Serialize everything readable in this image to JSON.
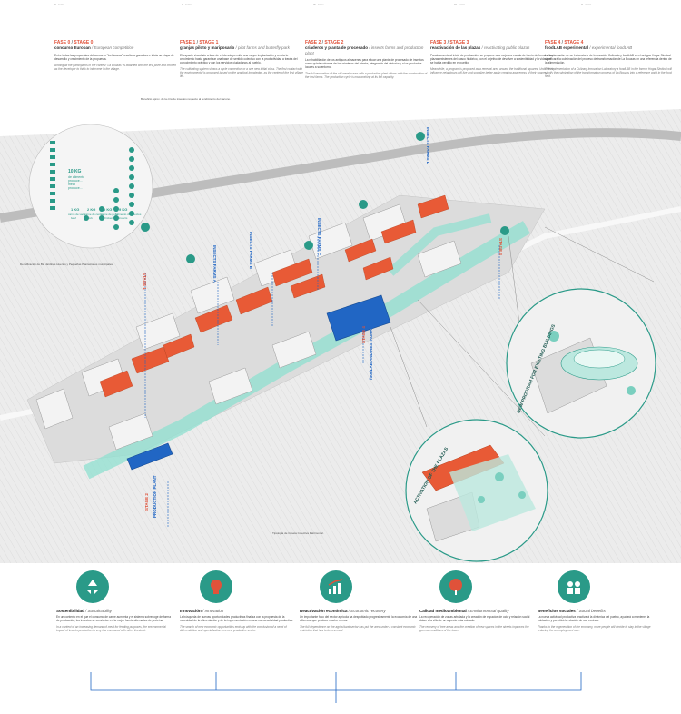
{
  "topbar": [
    "0 · toma",
    "II · tome",
    "III · tome",
    "IV · tome",
    "V · tome"
  ],
  "stages": [
    {
      "num": "FASE 0",
      "stage": "STAGE 0",
      "es_title": "concurso Europan",
      "en_title": "European competition",
      "es": "Entre todas las propuestas del concurso \"La Bouzas\" resulta la ganadora e inicia su etapa de desarrollo y crecimiento de la propuesta.",
      "en": "Among all the participants in the contest \"La Bouzas\" is awarded with the first prize and chosen as the developer to think to intervene in the village."
    },
    {
      "num": "FASE 1",
      "stage": "STAGE 1",
      "es_title": "granjas piloto y mariposario",
      "en_title": "pilot farms and butterfly park",
      "es": "El espacio vinculado a fase de evidencia permite una mayor implantación y un cierto crecimiento hasta garantizar una base de sentido colectivo con la productividad a través del conocimiento práctico y con los servicios ciudadanos al pueblo.",
      "en": "The cultivating system shows a cycle connection or a one new initial class. The first contact with the environmental is proposed based on the practical knowledge, as the center of the first village life."
    },
    {
      "num": "FASE 2",
      "stage": "STAGE 2",
      "es_title": "criaderos y planta de procesado",
      "en_title": "insects farms and production plant",
      "es": "La rehabilitación de los antiguos almacenes para situar una planta de procesado de insectos como quinta columna de los criaderos del interior, integrando del cinturón y a los productos locales a su entorno.",
      "en": "The full renovation of the old warehouses with a production plant allows with the construction of the first farms. The production cycle is now working at its full capacity."
    },
    {
      "num": "FASE 3",
      "stage": "STAGE 3",
      "es_title": "reactivación de las plazas",
      "en_title": "reactivating public plazas",
      "es": "Paralelamente al inicio de producción, se propone una mejora a escala de barrio de forma a las plazas existentes del casco histórico, con el objetivo de devolver a sostenibilidad y la vida que se había perdido en el pueblo.",
      "en": "Meanwhile, a program is proposed as a renewal area around the traditional squares. Under their influence neighbours will live and socialize better again creating awareness of their spaces."
    },
    {
      "num": "FASE 4",
      "stage": "STAGE 4",
      "es_title": "foodLAB experimental",
      "en_title": "experimental foodLAB",
      "es": "La implantación de un Laboratorio de Innovación Culinaria y foodLAB en el antiguo Hogar Sindical significará la culminación del proceso de transformación de La Bouzas en una referencia dentro de la alimentación.",
      "en": "The implementation of a Culinary Innovation Laboratory a foodLAB in the former Hogar Sindical will signify the culmination of the transformation process of La Bouzas into a reference point in the food field."
    }
  ],
  "infographic": {
    "headline_kg": "10 KG",
    "headline_lines": [
      "de alimento",
      "produce...",
      "meat",
      "produce..."
    ],
    "items": [
      {
        "kg": "1 KG",
        "es": "carne de vaca",
        "en": "beef"
      },
      {
        "kg": "2 KG",
        "es": "carne de cerdo",
        "en": "pork"
      },
      {
        "kg": "5 KG",
        "es": "carne de pollo",
        "en": "chicken"
      },
      {
        "kg": "9 KG",
        "es": "alimento de insectos",
        "en": "insects"
      }
    ],
    "side_note": "Beneficio aprox. de la cría de insectos respecto al rendimiento del vacuno."
  },
  "map_labels": [
    "INSECTS FARMS C",
    "INSECTS FARMS D",
    "INSECTS FARMS B",
    "INSECTS FARMS A",
    "STAGE 1",
    "STAGE 3",
    "STAGE 4",
    "foodLAB AND RESTAURANT",
    "STAGE 2",
    "PRODUCTION PLANT",
    "ACTIVATION OF THE PLAZAS",
    "NEW PROGRAM FOR EXISTING BUILDINGS"
  ],
  "left_note": "Densificación de Bio Jardines Huertas y Pequeñas Plantaciones municipales.",
  "center_note": "Tipología de Caseta Colectiva Patrimonial.",
  "benefits": [
    {
      "es": "Sostenibilidad",
      "en": "Sustainability",
      "es_text": "En un contexto en el que el consumo de carne aumenta y el sistema sobrecoge de forma de producción, los insectos se convierten en la mejor fuente alternativa de proteína.",
      "en_text": "In a context of an increasing demand of meat for feeding purposes, the environmental impact of insects production is very low compared with other livestock."
    },
    {
      "es": "Innovación",
      "en": "Innovation",
      "es_text": "La búsqueda de nuevas oportunidades productivas finaliza con la propuesta de la necesidad de la alimentación y de la implementación en una nueva actividad productiva.",
      "en_text": "The search of new economic opportunities ends up with the conclusion of a need of differentiation and specialization in a new productive sector."
    },
    {
      "es": "Reactivación económica",
      "en": "Economic recovery",
      "es_text": "Un importante foco del sector agrícola ha despoblado progresivamente la economía de una villa rural que produce mucho menos.",
      "en_text": "The full dependence on the agricultural sector has put the area under a constant economic restriction that has to be reversed."
    },
    {
      "es": "Calidad medioambiental",
      "en": "Environmental quality",
      "es_text": "La recuperación de zonas arbolada y la creación de espacios de ocio y relación social dotan a la villa de un aspecto más cuidado.",
      "en_text": "The recovery of tree areas and the creation of new spaces in the streets improves the general conditions of the town."
    },
    {
      "es": "Beneficios sociales",
      "en": "Social benefits",
      "es_text": "La nueva actividad productiva reactivará la dinámica del pueblo, ayudará a mantener la población y permitirá la relación de sus vecinos.",
      "en_text": "Thanks to the regeneration of the economy, more people will decide to stay in the village reducing the unemployment rate."
    }
  ],
  "colors": {
    "accent": "#e0523a",
    "teal": "#2a9a88",
    "blue": "#2166c4",
    "ground": "#e9e9e9"
  }
}
